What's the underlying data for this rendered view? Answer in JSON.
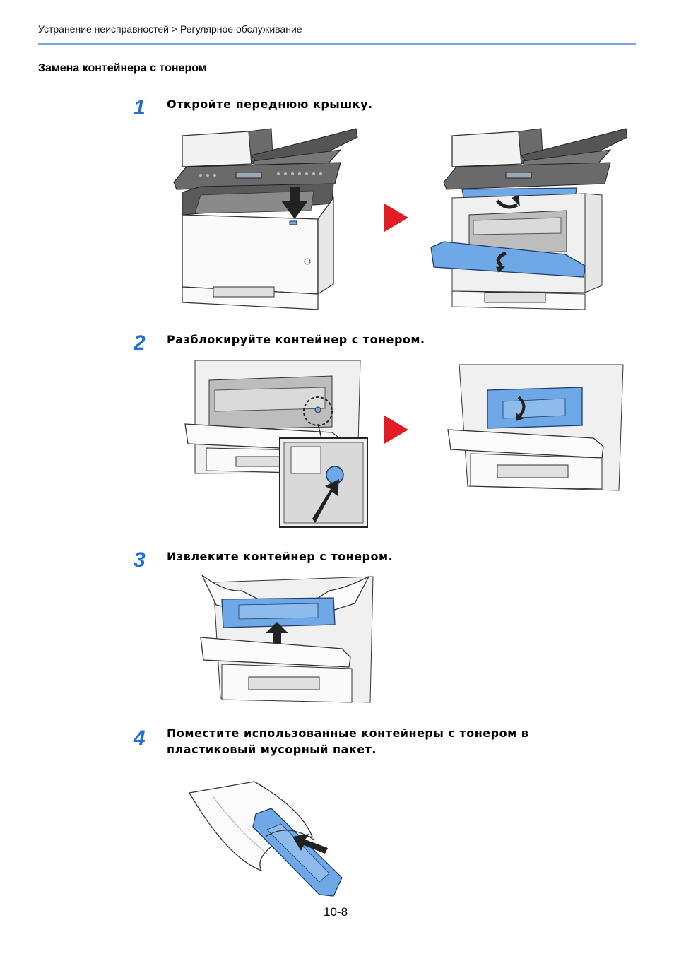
{
  "header": {
    "breadcrumb": "Устранение неисправностей > Регулярное обслуживание",
    "accent_color": "#7aa6e8"
  },
  "section": {
    "title": "Замена контейнера с тонером"
  },
  "steps": [
    {
      "number": "1",
      "text": "Откройте переднюю крышку."
    },
    {
      "number": "2",
      "text": "Разблокируйте контейнер с тонером."
    },
    {
      "number": "3",
      "text": "Извлеките контейнер с тонером."
    },
    {
      "number": "4",
      "text": "Поместите использованные контейнеры с тонером в пластиковый мусорный пакет."
    }
  ],
  "colors": {
    "step_number": "#1f6fd6",
    "arrow": "#e21c23",
    "toner_blue": "#6ea8e6"
  },
  "footer": {
    "page_number": "10-8"
  }
}
